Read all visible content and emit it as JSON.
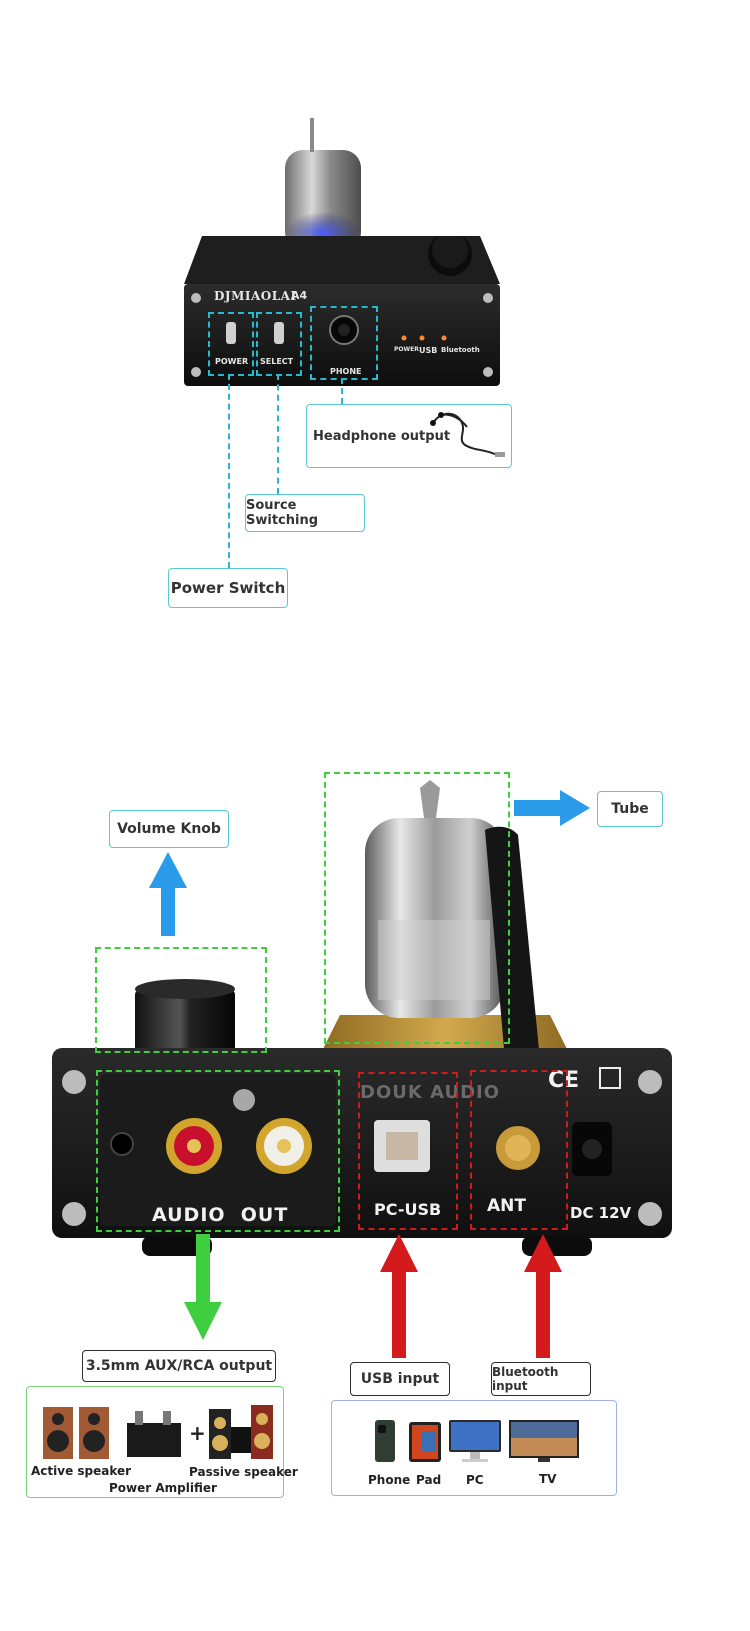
{
  "front": {
    "brand": "DJMIAOLAI",
    "model": "A4",
    "switch_labels": {
      "power": "POWER",
      "select": "SELECT",
      "phone": "PHONE"
    },
    "indicators": [
      "POWER",
      "USB",
      "Bluetooth"
    ],
    "callouts": {
      "headphone": "Headphone output",
      "source": "Source Switching",
      "power": "Power Switch"
    }
  },
  "rear": {
    "callouts": {
      "volume": "Volume Knob",
      "tube": "Tube",
      "aux": "3.5mm AUX/RCA output",
      "usb": "USB input",
      "bluetooth": "Bluetooth input"
    },
    "panel_labels": {
      "audio_out": "AUDIO  OUT",
      "pc_usb": "PC-USB",
      "ant": "ANT",
      "dc": "DC 12V",
      "ce": "CE",
      "brand_watermark": "DOUK AUDIO"
    },
    "outputs": {
      "active_speaker": "Active speaker",
      "power_amplifier": "Power Amplifier",
      "passive_speaker": "Passive speaker",
      "plus": "+"
    },
    "inputs": {
      "phone": "Phone",
      "pad": "Pad",
      "pc": "PC",
      "tv": "TV"
    }
  }
}
